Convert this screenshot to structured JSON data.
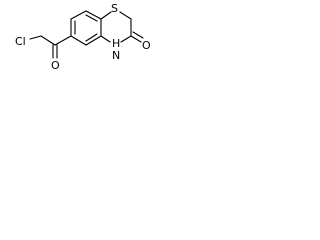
{
  "molecule": {
    "atoms": {
      "sulfur": "S",
      "chlorine": "Cl",
      "ketone_oxygen": "O",
      "lactam_oxygen": "O",
      "nitrogen": "N",
      "nitrogen_hydrogen": "H"
    },
    "colors": {
      "bonds": "#000000",
      "labels": "#000000",
      "background": "#ffffff"
    }
  }
}
